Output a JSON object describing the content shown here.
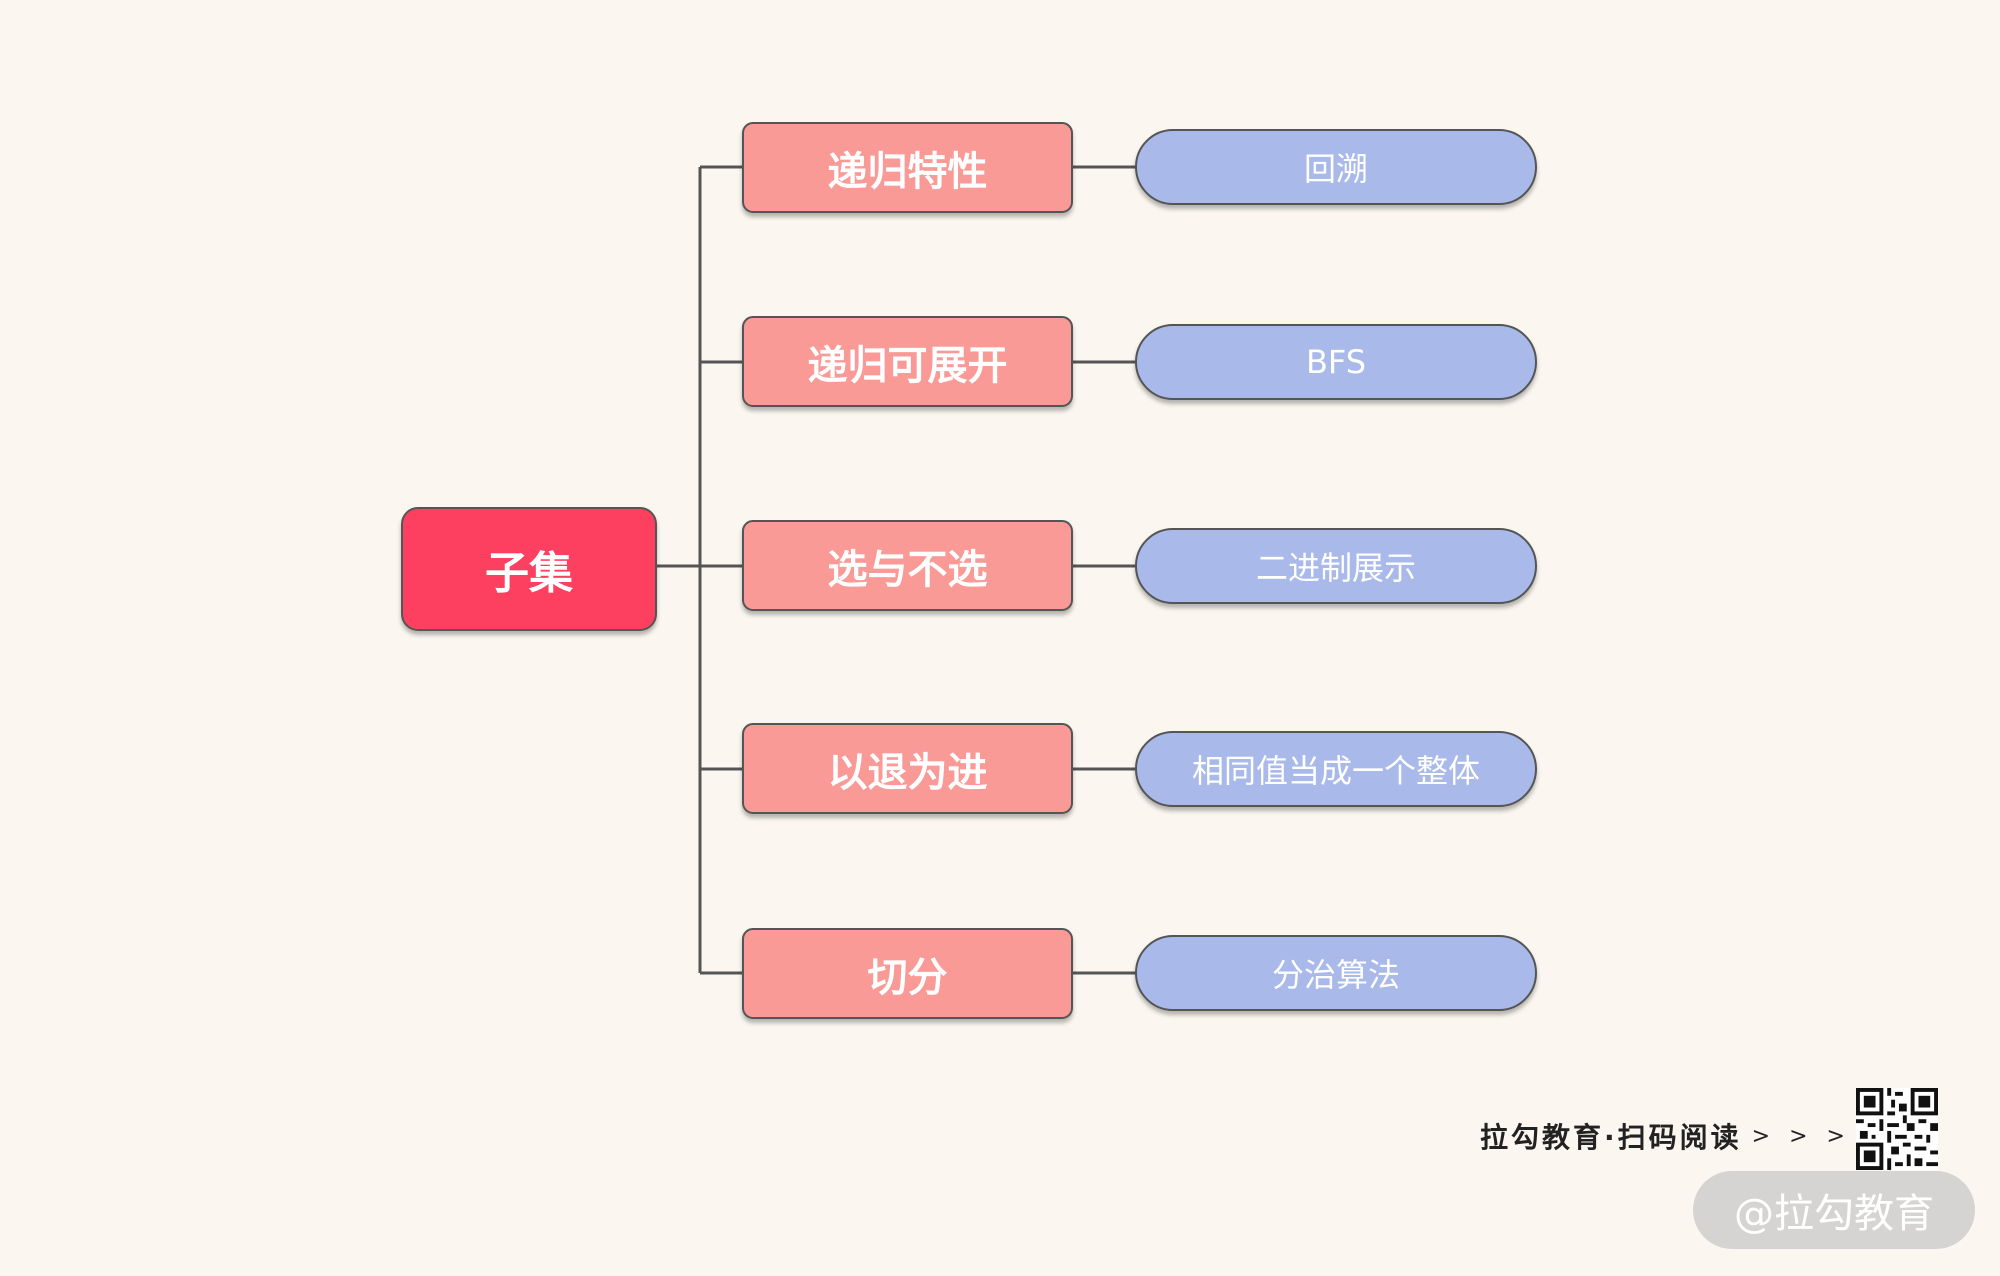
{
  "diagram": {
    "root": "子集",
    "branches": [
      {
        "label": "递归特性",
        "leaf": "回溯"
      },
      {
        "label": "递归可展开",
        "leaf": "BFS"
      },
      {
        "label": "选与不选",
        "leaf": "二进制展示"
      },
      {
        "label": "以退为进",
        "leaf": "相同值当成一个整体"
      },
      {
        "label": "切分",
        "leaf": "分治算法"
      }
    ]
  },
  "footer": {
    "text": "拉勾教育·扫码阅读",
    "arrows": "> > >"
  },
  "watermark": "@拉勾教育",
  "colors": {
    "background": "#fbf7f0",
    "root_fill": "#fe4061",
    "branch_fill": "#f99a96",
    "leaf_fill": "#a9b9e9",
    "stroke": "#555555"
  }
}
